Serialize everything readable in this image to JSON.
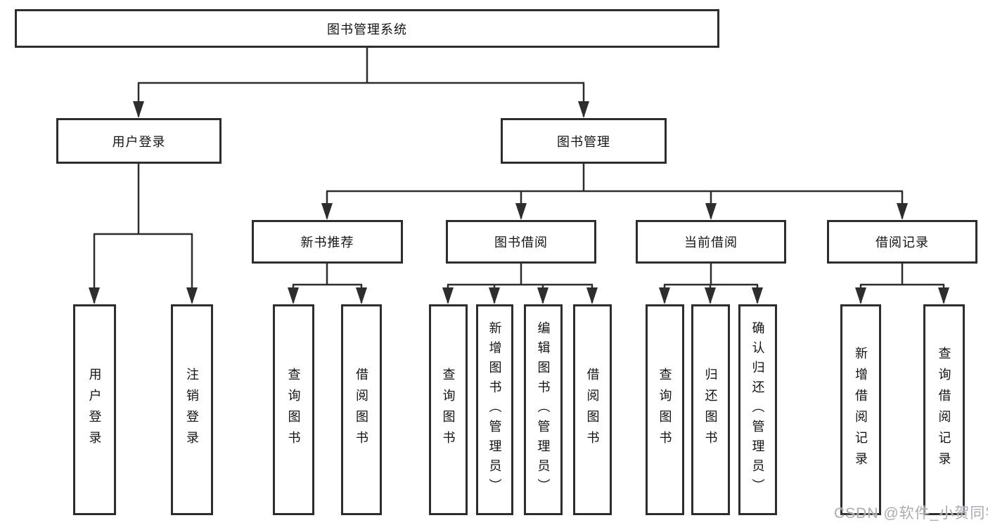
{
  "watermark": "CSDN @软件_小贺同学",
  "colors": {
    "line": "#2d2d2d",
    "box_border": "#2d2d2d",
    "box_fill": "#ffffff",
    "text": "#141414",
    "watermark": "#a4a8af"
  },
  "root": {
    "label": "图书管理系统",
    "children": [
      {
        "label": "用户登录",
        "children": [
          {
            "label": "用户登录"
          },
          {
            "label": "注销登录"
          }
        ]
      },
      {
        "label": "图书管理",
        "children": [
          {
            "label": "新书推荐",
            "children": [
              {
                "label": "查询图书"
              },
              {
                "label": "借阅图书"
              }
            ]
          },
          {
            "label": "图书借阅",
            "children": [
              {
                "label": "查询图书"
              },
              {
                "label": "新增图书（管理员）"
              },
              {
                "label": "编辑图书（管理员）"
              },
              {
                "label": "借阅图书"
              }
            ]
          },
          {
            "label": "当前借阅",
            "children": [
              {
                "label": "查询图书"
              },
              {
                "label": "归还图书"
              },
              {
                "label": "确认归还（管理员）"
              }
            ]
          },
          {
            "label": "借阅记录",
            "children": [
              {
                "label": "新增借阅记录"
              },
              {
                "label": "查询借阅记录"
              }
            ]
          }
        ]
      }
    ]
  }
}
